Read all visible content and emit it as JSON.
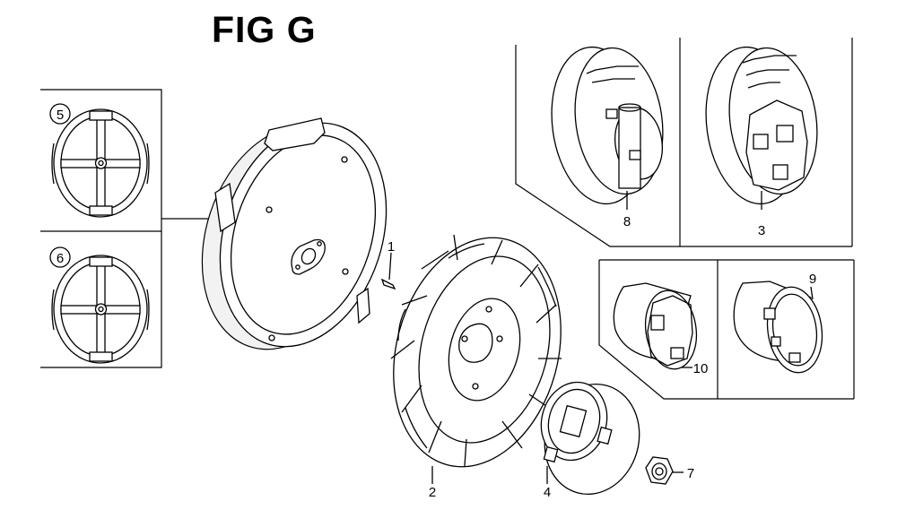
{
  "title": "FIG G",
  "callouts": {
    "c1": "1",
    "c2": "2",
    "c3": "3",
    "c4": "4",
    "c5": "5",
    "c6": "6",
    "c7": "7",
    "c8": "8",
    "c9": "9",
    "c10": "10"
  }
}
